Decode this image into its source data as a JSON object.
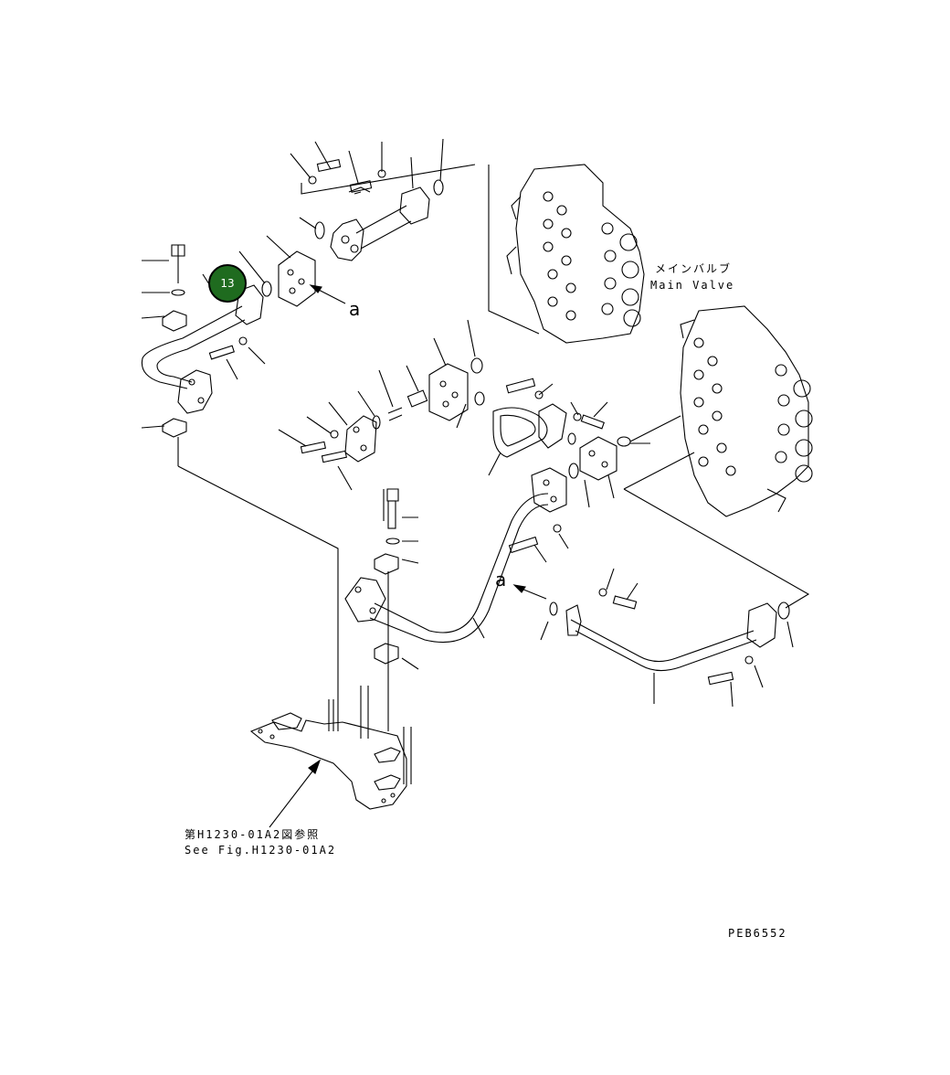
{
  "labels": {
    "main_valve_jp": "メインバルブ",
    "main_valve_en": "Main Valve",
    "view_a_1": "a",
    "view_a_2": "a",
    "ref_jp": "第H1230-01A2図参照",
    "ref_en": "See Fig.H1230-01A2",
    "drawing_no": "PEB6552"
  },
  "callout": {
    "number": "13",
    "color": "#1f6b1f"
  }
}
